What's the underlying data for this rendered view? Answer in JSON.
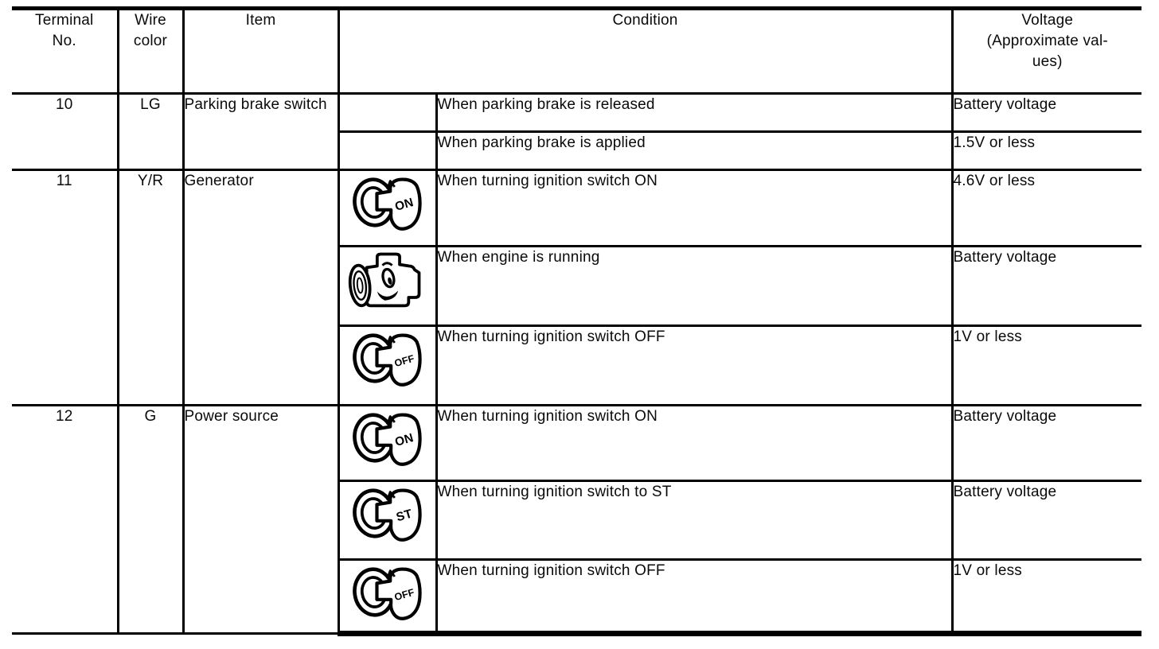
{
  "table": {
    "headers": {
      "terminal": "Terminal\nNo.",
      "wire_color": "Wire\ncolor",
      "item": "Item",
      "condition": "Condition",
      "voltage": "Voltage\n(Approximate val-\nues)"
    },
    "rows": [
      {
        "terminal": "10",
        "wire_color": "LG",
        "item": "Parking brake switch",
        "conditions": [
          {
            "icon": "none",
            "icon_label": "",
            "text": "When parking brake is released",
            "voltage": "Battery voltage"
          },
          {
            "icon": "none",
            "icon_label": "",
            "text": "When parking brake is applied",
            "voltage": "1.5V or less"
          }
        ]
      },
      {
        "terminal": "11",
        "wire_color": "Y/R",
        "item": "Generator",
        "conditions": [
          {
            "icon": "ignition-key",
            "icon_label": "ON",
            "text": "When turning ignition switch ON",
            "voltage": "4.6V or less"
          },
          {
            "icon": "engine",
            "icon_label": "",
            "text": "When engine is running",
            "voltage": "Battery voltage"
          },
          {
            "icon": "ignition-key",
            "icon_label": "OFF",
            "text": "When turning ignition switch OFF",
            "voltage": "1V or less"
          }
        ]
      },
      {
        "terminal": "12",
        "wire_color": "G",
        "item": "Power source",
        "conditions": [
          {
            "icon": "ignition-key",
            "icon_label": "ON",
            "text": "When turning ignition switch ON",
            "voltage": "Battery voltage"
          },
          {
            "icon": "ignition-key",
            "icon_label": "ST",
            "text": "When turning ignition switch to ST",
            "voltage": "Battery voltage"
          },
          {
            "icon": "ignition-key",
            "icon_label": "OFF",
            "text": "When turning ignition switch OFF",
            "voltage": "1V or less"
          }
        ]
      }
    ]
  },
  "colors": {
    "line": "#000000",
    "text": "#0a0a0a",
    "background": "#ffffff"
  }
}
